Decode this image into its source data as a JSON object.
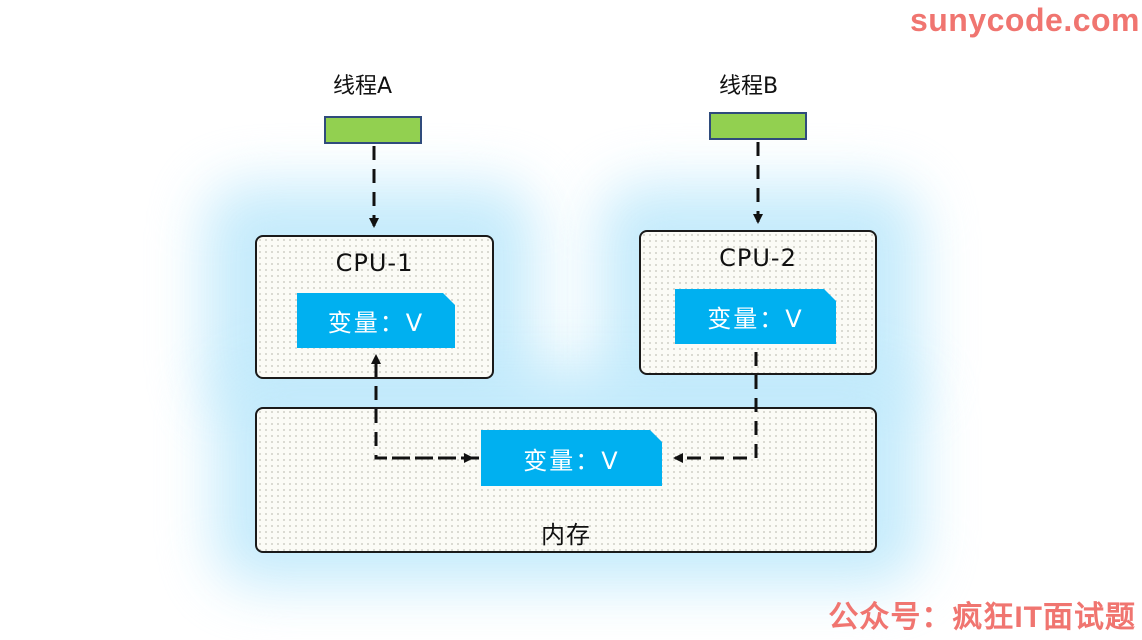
{
  "watermark": {
    "top": "sunycode.com",
    "bottom": "公众号：疯狂IT面试题"
  },
  "threads": [
    {
      "label": "线程A"
    },
    {
      "label": "线程B"
    }
  ],
  "cpus": [
    {
      "title": "CPU-1",
      "var_label": "变量：V"
    },
    {
      "title": "CPU-2",
      "var_label": "变量：V"
    }
  ],
  "memory": {
    "title": "内存",
    "var_label": "变量：V"
  },
  "colors": {
    "thread_fill": "#92d050",
    "thread_border": "#2f4b7c",
    "variable_fill": "#00b0f0",
    "glow": "#bfe9fb",
    "watermark": "#f07570"
  }
}
